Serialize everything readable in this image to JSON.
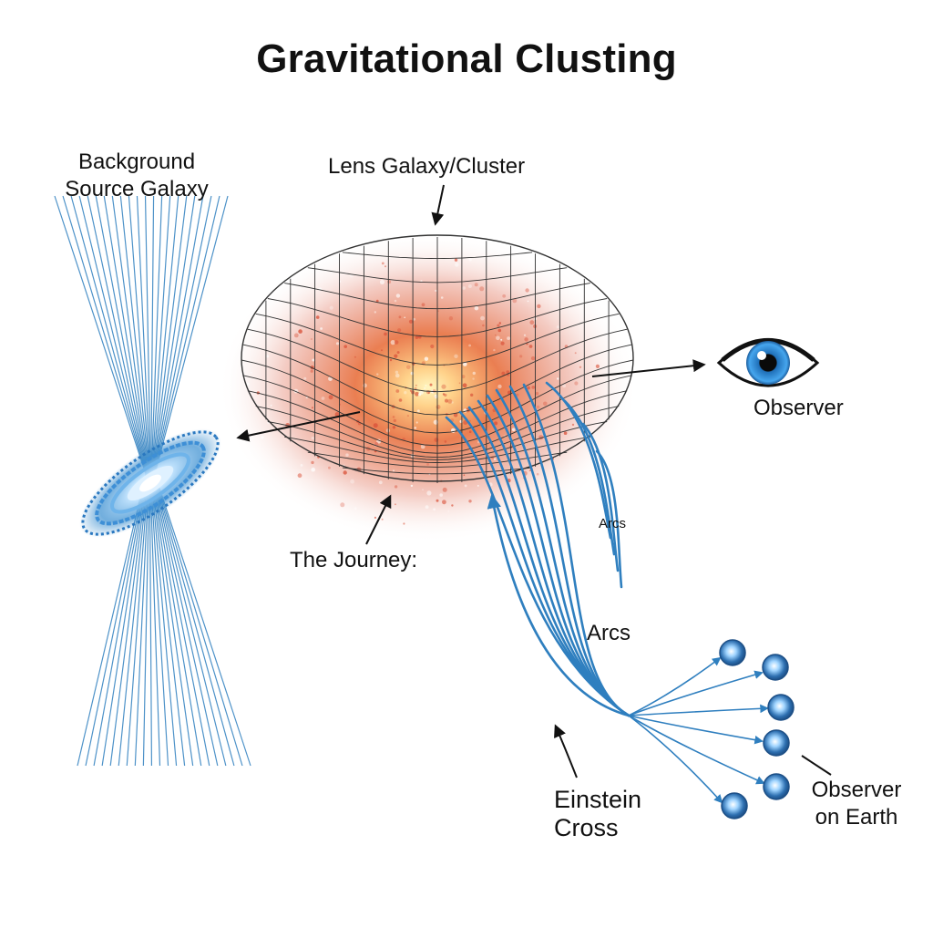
{
  "title": "Gravitational Clusting",
  "labels": {
    "background_source": [
      "Background",
      "Source Galaxy"
    ],
    "lens": "Lens Galaxy/Cluster",
    "observer": "Observer",
    "journey": "The Journey:",
    "arcs_small": "Arcs",
    "arcs": "Arcs",
    "einstein_cross": [
      "Einstein",
      "Cross"
    ],
    "observer_earth": [
      "Observer",
      "on Earth"
    ]
  },
  "colors": {
    "ray_blue": "#2f7fbf",
    "lens_red": "#d9523a",
    "lens_core": "#fff2b0",
    "grid": "#333333",
    "iris": "#2b8fd6"
  },
  "icons": [
    "spiral-galaxy-icon",
    "eye-icon",
    "lensed-image-dot-icon"
  ]
}
